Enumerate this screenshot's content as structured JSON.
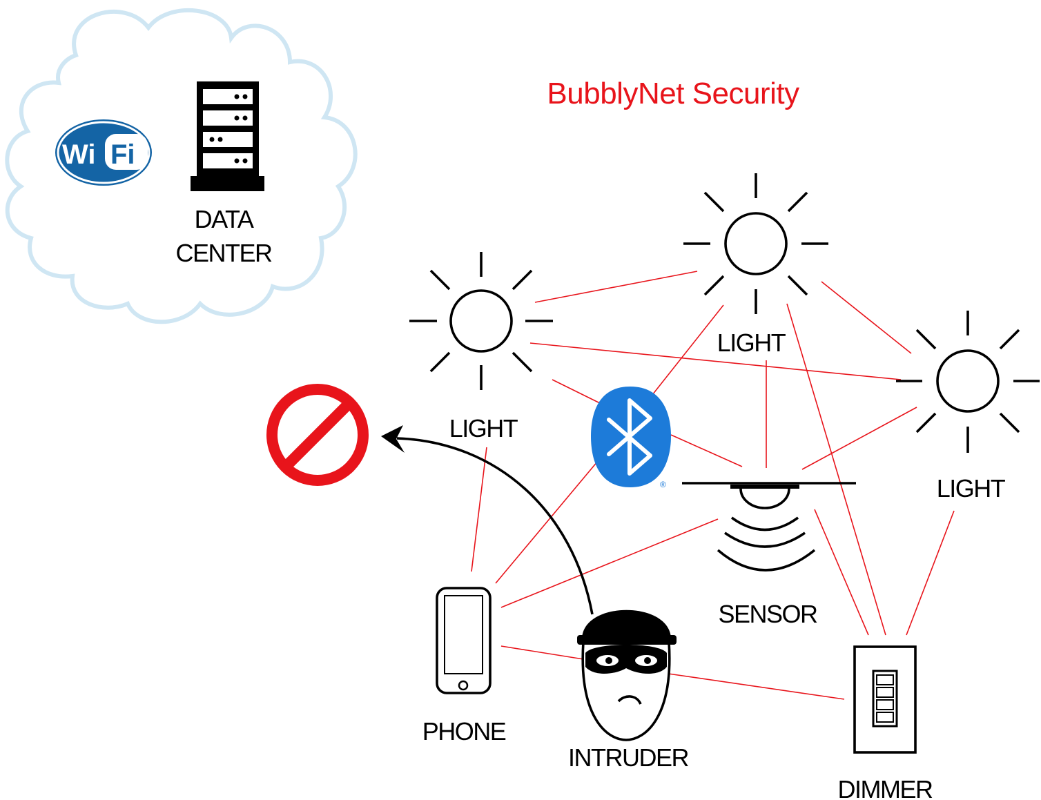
{
  "title": "BubblyNet Security",
  "colors": {
    "title": "#e8141b",
    "link": "#e8141b",
    "cloud": "#cfe6f3",
    "wifi": "#1464a5",
    "bluetooth": "#1d7bd9",
    "no_sign": "#e8141b"
  },
  "labels": {
    "data_center_line1": "DATA",
    "data_center_line2": "CENTER",
    "light_left": "LIGHT",
    "light_top": "LIGHT",
    "light_right": "LIGHT",
    "sensor": "SENSOR",
    "phone": "PHONE",
    "intruder": "INTRUDER",
    "dimmer": "DIMMER"
  },
  "wifi_badge": {
    "part1": "Wi",
    "part2": "Fi"
  },
  "bluetooth_mark": "®",
  "icons": [
    "cloud-icon",
    "wifi-icon",
    "server-rack-icon",
    "sun-icon",
    "bluetooth-icon",
    "motion-sensor-icon",
    "smartphone-icon",
    "burglar-icon",
    "dimmer-switch-icon",
    "prohibited-icon",
    "curved-arrow-icon"
  ]
}
